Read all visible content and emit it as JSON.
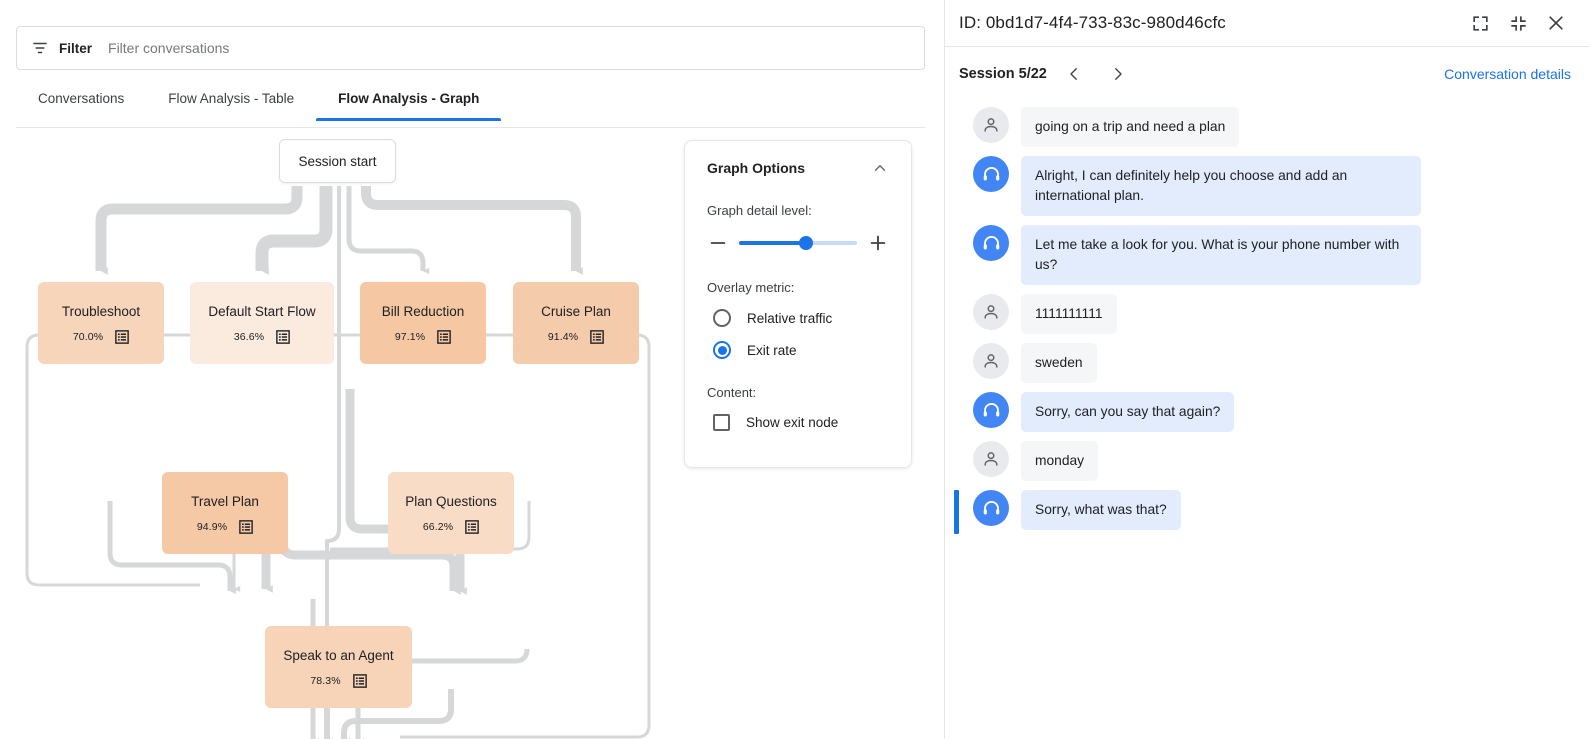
{
  "filter": {
    "icon": "filter-icon",
    "label": "Filter",
    "placeholder": "Filter conversations",
    "value": ""
  },
  "tabs": [
    {
      "label": "Conversations",
      "active": false
    },
    {
      "label": "Flow Analysis - Table",
      "active": false
    },
    {
      "label": "Flow Analysis - Graph",
      "active": true
    }
  ],
  "graph": {
    "session_start_label": "Session start",
    "nodes": [
      {
        "id": "troubleshoot",
        "label": "Troubleshoot",
        "metric": "70.0%",
        "color": "#f6d5ba"
      },
      {
        "id": "default-start",
        "label": "Default Start Flow",
        "metric": "36.6%",
        "color": "#fbeade"
      },
      {
        "id": "bill-reduction",
        "label": "Bill Reduction",
        "metric": "97.1%",
        "color": "#f5c8a3"
      },
      {
        "id": "cruise-plan",
        "label": "Cruise Plan",
        "metric": "91.4%",
        "color": "#f5ccab"
      },
      {
        "id": "travel-plan",
        "label": "Travel Plan",
        "metric": "94.9%",
        "color": "#f5c9a5"
      },
      {
        "id": "plan-questions",
        "label": "Plan Questions",
        "metric": "66.2%",
        "color": "#f8dcc5"
      },
      {
        "id": "speak-agent",
        "label": "Speak to an Agent",
        "metric": "78.3%",
        "color": "#f7d4b8"
      }
    ],
    "edge_color": "#d5d7d9"
  },
  "graph_options": {
    "title": "Graph Options",
    "collapse_icon": "chevron-up-icon",
    "detail_label": "Graph detail level:",
    "minus_icon": "minus-icon",
    "plus_icon": "plus-icon",
    "slider_value": 57,
    "overlay_label": "Overlay metric:",
    "overlay_options": [
      {
        "label": "Relative traffic",
        "selected": false
      },
      {
        "label": "Exit rate",
        "selected": true
      }
    ],
    "content_label": "Content:",
    "content_options": [
      {
        "label": "Show exit node",
        "checked": false
      }
    ]
  },
  "conversation": {
    "id_text": "ID: 0bd1d7-4f4-733-83c-980d46cfc",
    "expand_icon": "expand-icon",
    "collapse_icon": "collapse-icon",
    "close_icon": "close-icon",
    "session_counter": "Session 5/22",
    "prev_icon": "chevron-left-icon",
    "next_icon": "chevron-right-icon",
    "details_link": "Conversation details",
    "accent_color": "#1a73e8",
    "messages": [
      {
        "role": "user",
        "text": "going on a trip and need a plan",
        "highlight": false
      },
      {
        "role": "agent",
        "text": "Alright, I can definitely help you choose and add an international plan.",
        "highlight": false
      },
      {
        "role": "agent",
        "text": "Let me take a look for you. What is your phone number with us?",
        "highlight": false
      },
      {
        "role": "user",
        "text": "1111111111",
        "highlight": false
      },
      {
        "role": "user",
        "text": "sweden",
        "highlight": false
      },
      {
        "role": "agent",
        "text": "Sorry, can you say that again?",
        "highlight": false
      },
      {
        "role": "user",
        "text": "monday",
        "highlight": false
      },
      {
        "role": "agent",
        "text": "Sorry, what was that?",
        "highlight": true
      }
    ]
  }
}
